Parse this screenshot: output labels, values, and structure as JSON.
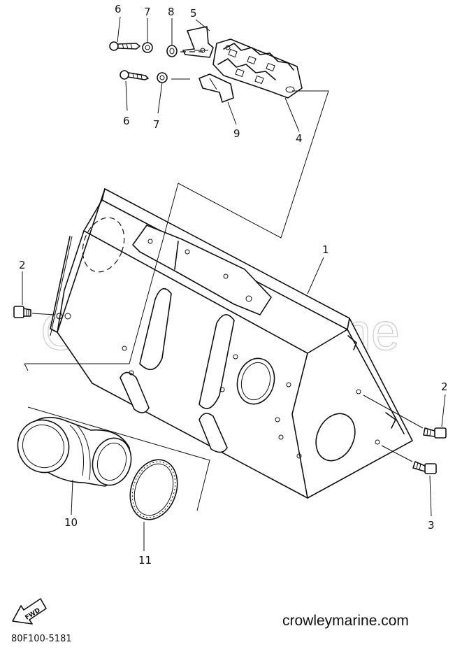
{
  "callouts": {
    "c1": "1",
    "c2a": "2",
    "c2b": "2",
    "c3": "3",
    "c4": "4",
    "c5": "5",
    "c6a": "6",
    "c6b": "6",
    "c7a": "7",
    "c7b": "7",
    "c8": "8",
    "c9": "9",
    "c10": "10",
    "c11": "11"
  },
  "fwd_label": "FWD",
  "watermark": "Crowley Marine",
  "footer": {
    "part_code": "80F100-5181",
    "website": "crowleymarine.com"
  }
}
